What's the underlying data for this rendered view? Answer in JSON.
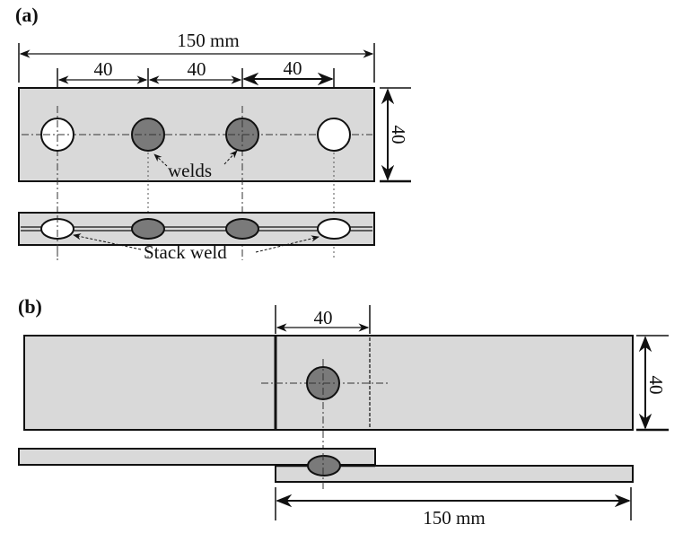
{
  "panel_a": {
    "label": "(a)",
    "overall_length": "150 mm",
    "spacings": [
      "40",
      "40",
      "40"
    ],
    "width": "40",
    "welds_label": "welds",
    "stack_weld_label": "Stack weld",
    "spots": [
      {
        "type": "stack-weld"
      },
      {
        "type": "weld"
      },
      {
        "type": "weld"
      },
      {
        "type": "stack-weld"
      }
    ]
  },
  "panel_b": {
    "label": "(b)",
    "overlap": "40",
    "width": "40",
    "overall_length": "150 mm"
  },
  "colors": {
    "plate": "#d9d9d9",
    "weld": "#7a7a7a",
    "stack_weld": "#ffffff",
    "line": "#111111"
  }
}
